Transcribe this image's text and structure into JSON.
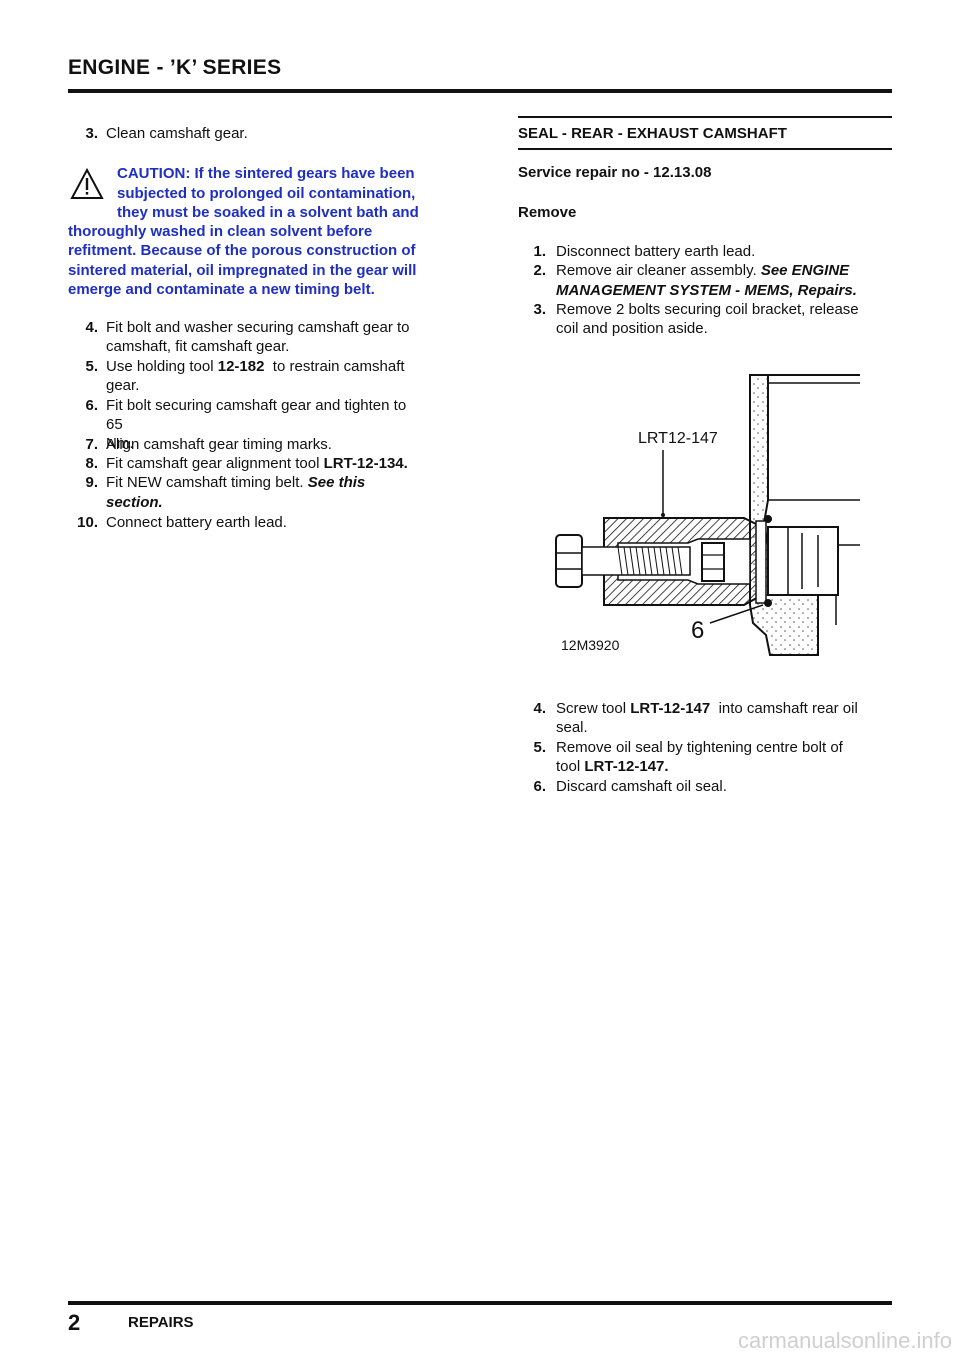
{
  "header": {
    "title": "ENGINE - ’K’ SERIES"
  },
  "left": {
    "step3": {
      "num": "3.",
      "text": "Clean camshaft gear."
    },
    "caution": {
      "line1": "CAUTION: If the sintered gears have been",
      "line2": "subjected to prolonged oil contamination,",
      "line3": "they must be soaked in a solvent bath and",
      "line4": "thoroughly washed in clean solvent before",
      "line5": "refitment. Because of the porous construction of",
      "line6": "sintered material, oil impregnated in the gear will",
      "line7": "emerge and contaminate a new timing belt."
    },
    "step4": {
      "num": "4.",
      "line1": "Fit bolt and washer securing camshaft gear to",
      "line2": "camshaft, fit camshaft gear."
    },
    "step5": {
      "num": "5.",
      "pre": "Use holding tool ",
      "tool": "12-182",
      "post": "  to restrain camshaft",
      "line2": "gear."
    },
    "step6": {
      "num": "6.",
      "line1": "Fit bolt securing camshaft gear and tighten to",
      "line2": "65 Nm."
    },
    "step7": {
      "num": "7.",
      "text": "Align camshaft gear timing marks."
    },
    "step8": {
      "num": "8.",
      "pre": "Fit camshaft gear alignment tool ",
      "tool": "LRT-12-134."
    },
    "step9": {
      "num": "9.",
      "pre": "Fit NEW camshaft timing belt. ",
      "ref": "See this",
      "line2": "section."
    },
    "step10": {
      "num": "10.",
      "text": "Connect battery earth lead."
    }
  },
  "right": {
    "section_title": "SEAL - REAR - EXHAUST CAMSHAFT",
    "service_no": "Service repair no - 12.13.08",
    "remove": "Remove",
    "step1": {
      "num": "1.",
      "text": "Disconnect battery earth lead."
    },
    "step2": {
      "num": "2.",
      "pre": "Remove air cleaner assembly. ",
      "ref": "See ENGINE",
      "line2": "MANAGEMENT SYSTEM - MEMS, Repairs."
    },
    "step3": {
      "num": "3.",
      "line1": "Remove 2 bolts securing coil bracket, release",
      "line2": "coil and position aside."
    },
    "figure": {
      "tool_label": "LRT12-147",
      "callout": "6",
      "fig_id": "12M3920"
    },
    "step4": {
      "num": "4.",
      "pre": "Screw tool ",
      "tool": "LRT-12-147",
      "post": "  into camshaft rear oil",
      "line2": "seal."
    },
    "step5": {
      "num": "5.",
      "line1": "Remove oil seal by tightening centre bolt of",
      "pre2": "tool ",
      "tool": "LRT-12-147."
    },
    "step6": {
      "num": "6.",
      "text": "Discard camshaft oil seal."
    }
  },
  "footer": {
    "page_number": "2",
    "section": "REPAIRS",
    "watermark": "carmanualsonline.info"
  }
}
